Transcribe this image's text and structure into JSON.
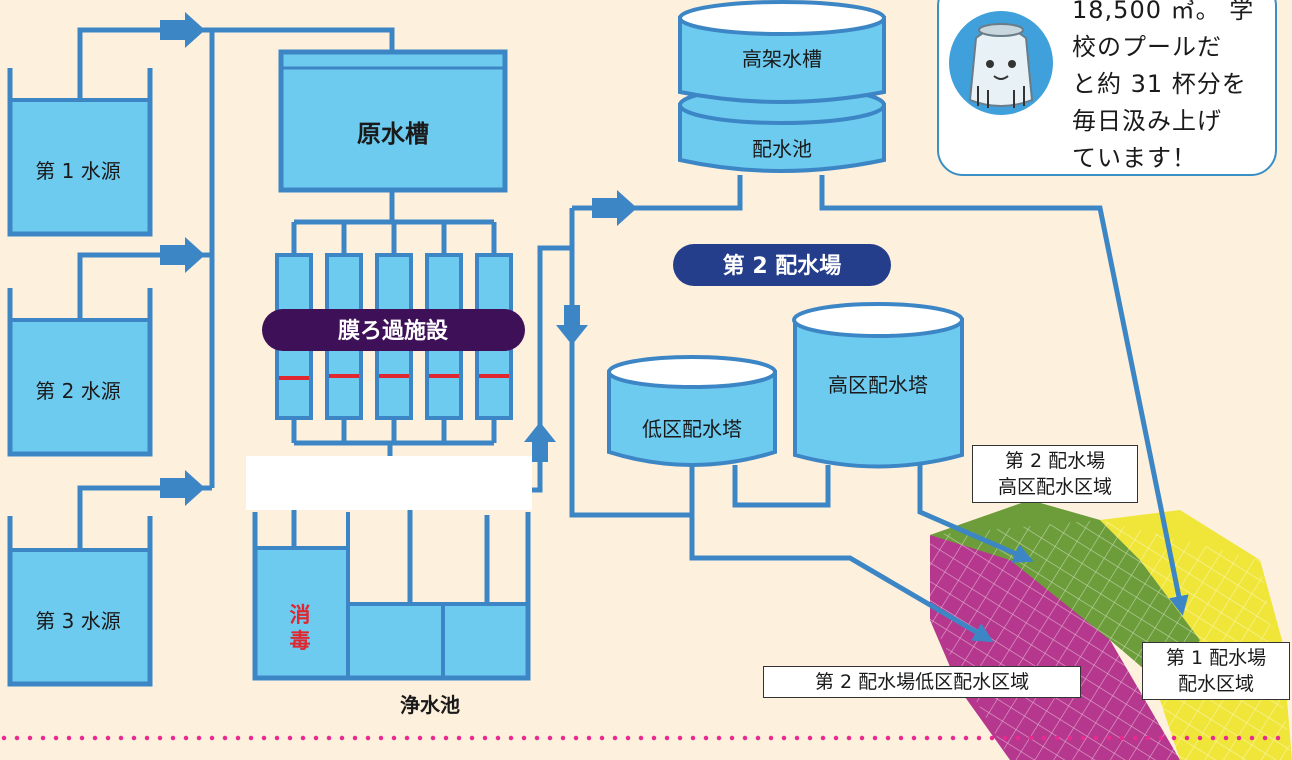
{
  "sources": [
    "第 1 水源",
    "第 2 水源",
    "第 3 水源"
  ],
  "raw_water_tank": "原水槽",
  "membrane_facility": "膜ろ過施設",
  "disinfection": "消\n毒",
  "clean_water_reservoir": "浄水池",
  "elevated_tank": "高架水槽",
  "distribution_reservoir": "配水池",
  "station2_badge": "第 2 配水場",
  "low_tower": "低区配水塔",
  "high_tower": "高区配水塔",
  "area_station2_high": "第 2 配水場\n高区配水区域",
  "area_station2_low": "第 2 配水場低区配水区域",
  "area_station1": "第 1 配水場\n配水区域",
  "speech_bubble": "18,500 ㎥。 学\n校のプールだ\nと約 31 杯分を\n毎日汲み上げ\nています！",
  "colors": {
    "water": "#6ecbf0",
    "pipe": "#3d86c6",
    "membrane_badge": "#3d1058",
    "station_badge": "#253e8c",
    "map_pink": "#b6388e",
    "map_green": "#6c9d3a",
    "map_yellow": "#f0e63a",
    "dots": "#e8298f"
  },
  "icons": [
    "water-mascot-icon"
  ]
}
